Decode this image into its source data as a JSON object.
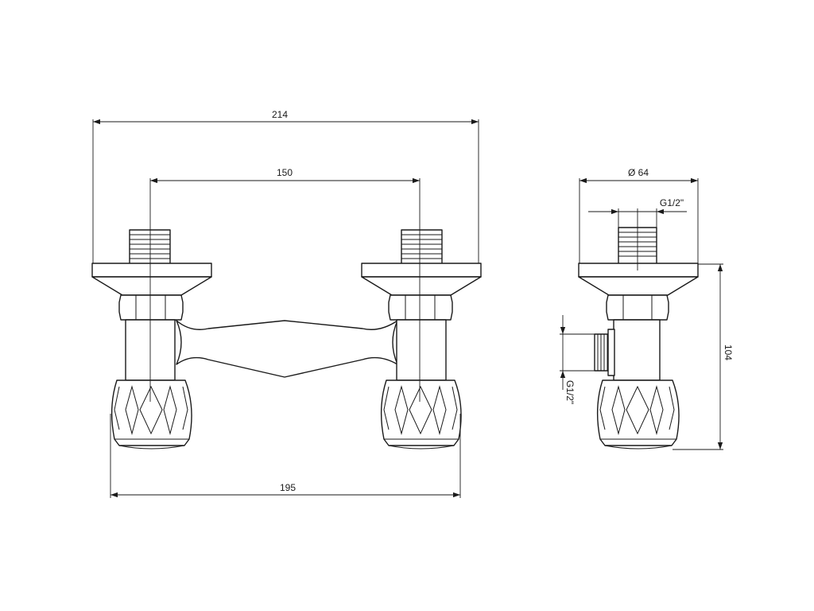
{
  "dimensions": {
    "overall_width": "214",
    "centre_distance": "150",
    "handle_span": "195",
    "diameter": "Ø 64",
    "thread_top": "G1/2\"",
    "thread_side": "G1/2\"",
    "height": "104"
  },
  "colors": {
    "line": "#1a1a1a",
    "background": "#ffffff"
  }
}
